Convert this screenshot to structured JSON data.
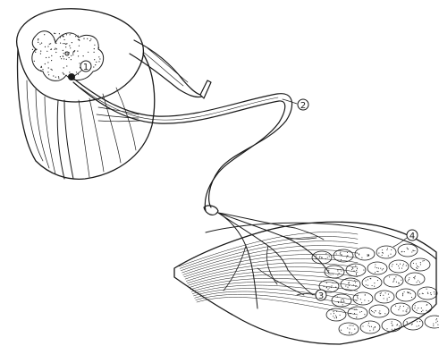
{
  "figure": {
    "labels": [
      "1",
      "2",
      "3",
      "4"
    ]
  },
  "colors": {
    "ink": "#1a1a1a",
    "paper": "#ffffff"
  }
}
